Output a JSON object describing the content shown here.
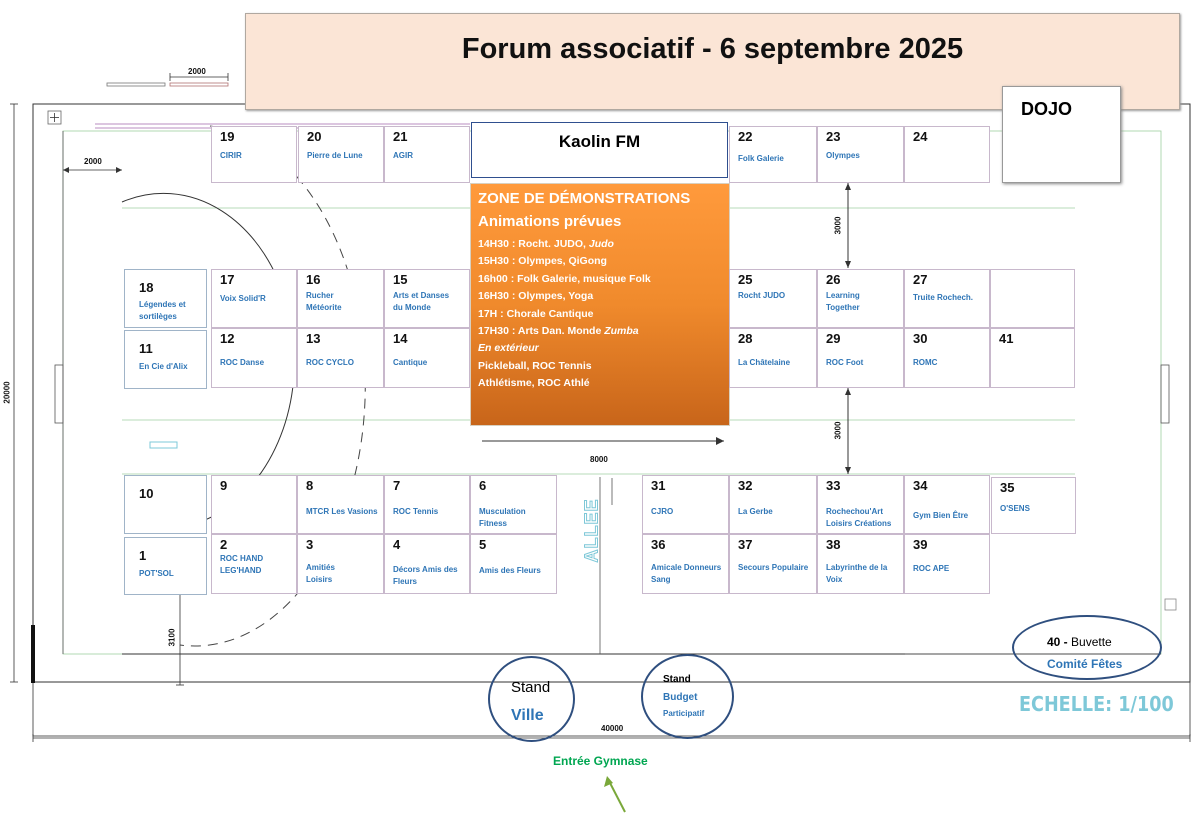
{
  "title": "Forum associatif - 6 septembre 2025",
  "dojo": "DOJO",
  "kaolin": "Kaolin FM",
  "demo": {
    "heading": "ZONE DE DÉMONSTRATIONS",
    "subheading": "Animations prévues",
    "l1": "14H30 :  Rocht. JUDO, ",
    "l1i": "Judo",
    "l2": "15H30 : Olympes, QiGong",
    "l3": "16h00 : Folk Galerie, musique  Folk",
    "l4": "16H30 : Olympes,  Yoga",
    "l5": "17H : Chorale  Cantique",
    "l6": "17H30 : Arts Dan. Monde  ",
    "l6i": "Zumba",
    "l7": "En extérieur",
    "l8": "Pickleball,  ROC Tennis",
    "l9": "Athlétisme,  ROC Athlé"
  },
  "stands": {
    "s19": {
      "n": "19",
      "l1": "CIRIR",
      "l2": ""
    },
    "s20": {
      "n": "20",
      "l1": "Pierre de Lune",
      "l2": ""
    },
    "s21": {
      "n": "21",
      "l1": "AGIR",
      "l2": ""
    },
    "s22": {
      "n": "22",
      "l1": "Folk Galerie",
      "l2": ""
    },
    "s23": {
      "n": "23",
      "l1": "Olympes",
      "l2": ""
    },
    "s24": {
      "n": "24",
      "l1": "",
      "l2": ""
    },
    "s18": {
      "n": "18",
      "l1": "Légendes et",
      "l2": "sortilèges"
    },
    "s17": {
      "n": "17",
      "l1": "Voix Solid'R",
      "l2": ""
    },
    "s16": {
      "n": "16",
      "l1": "Rucher",
      "l2": "Météorite"
    },
    "s15": {
      "n": "15",
      "l1": "Arts et Danses",
      "l2": "du Monde"
    },
    "s25": {
      "n": "25",
      "l1": "Rocht JUDO",
      "l2": ""
    },
    "s26": {
      "n": "26",
      "l1": "Learning",
      "l2": "Together"
    },
    "s27": {
      "n": "27",
      "l1": "Truite Rochech.",
      "l2": ""
    },
    "s11": {
      "n": "11",
      "l1": "En Cie d'Alix",
      "l2": ""
    },
    "s12": {
      "n": "12",
      "l1": "ROC Danse",
      "l2": ""
    },
    "s13": {
      "n": "13",
      "l1": "ROC CYCLO",
      "l2": ""
    },
    "s14": {
      "n": "14",
      "l1": "Cantique",
      "l2": ""
    },
    "s28": {
      "n": "28",
      "l1": "La Châtelaine",
      "l2": ""
    },
    "s29": {
      "n": "29",
      "l1": "ROC Foot",
      "l2": ""
    },
    "s30": {
      "n": "30",
      "l1": "ROMC",
      "l2": ""
    },
    "s41": {
      "n": "41",
      "l1": "",
      "l2": ""
    },
    "s10": {
      "n": "10",
      "l1": "",
      "l2": ""
    },
    "s9": {
      "n": "9",
      "l1": "",
      "l2": ""
    },
    "s8": {
      "n": "8",
      "l1": "MTCR Les Vasions",
      "l2": ""
    },
    "s7": {
      "n": "7",
      "l1": "ROC Tennis",
      "l2": ""
    },
    "s6": {
      "n": "6",
      "l1": "Musculation",
      "l2": "Fitness"
    },
    "s31": {
      "n": "31",
      "l1": "CJRO",
      "l2": ""
    },
    "s32": {
      "n": "32",
      "l1": "La Gerbe",
      "l2": ""
    },
    "s33": {
      "n": "33",
      "l1": "Rochechou'Art",
      "l2": "Loisirs Créations"
    },
    "s34": {
      "n": "34",
      "l1": "Gym Bien Être",
      "l2": ""
    },
    "s35": {
      "n": "35",
      "l1": "O'SENS",
      "l2": ""
    },
    "s1": {
      "n": "1",
      "l1": "POT'SOL",
      "l2": ""
    },
    "s2": {
      "n": "2",
      "l1": "ROC HAND",
      "l2": "LEG'HAND"
    },
    "s3": {
      "n": "3",
      "l1": "Amitiés",
      "l2": "Loisirs"
    },
    "s4": {
      "n": "4",
      "l1": "Décors Amis des",
      "l2": "Fleurs"
    },
    "s5": {
      "n": "5",
      "l1": "Amis des Fleurs",
      "l2": ""
    },
    "s36": {
      "n": "36",
      "l1": "Amicale Donneurs",
      "l2": "Sang"
    },
    "s37": {
      "n": "37",
      "l1": "Secours Populaire",
      "l2": ""
    },
    "s38": {
      "n": "38",
      "l1": "Labyrinthe de la",
      "l2": "Voix"
    },
    "s39": {
      "n": "39",
      "l1": "ROC APE",
      "l2": ""
    }
  },
  "buvette": {
    "num": "40 - ",
    "name": "Buvette",
    "org": "Comité Fêtes"
  },
  "standVille": {
    "l1": "Stand",
    "l2": "Ville"
  },
  "standBudget": {
    "l1": "Stand",
    "l2": "Budget",
    "l3": "Participatif"
  },
  "entrance": "Entrée Gymnase",
  "scale": "ECHELLE: 1/100",
  "allee": "ALLEE",
  "dims": {
    "d2000a": "2000",
    "d2000b": "2000",
    "d20000": "20000",
    "d40000": "40000",
    "d8000": "8000",
    "d3000a": "3000",
    "d3000b": "3000",
    "d3100": "3100"
  },
  "colors": {
    "stand_label": "#2e75b6",
    "demo_orange": "#f08a2c",
    "title_bg": "#fbe5d6",
    "entrance_green": "#00a651",
    "scale_teal": "#7ec8d8"
  }
}
